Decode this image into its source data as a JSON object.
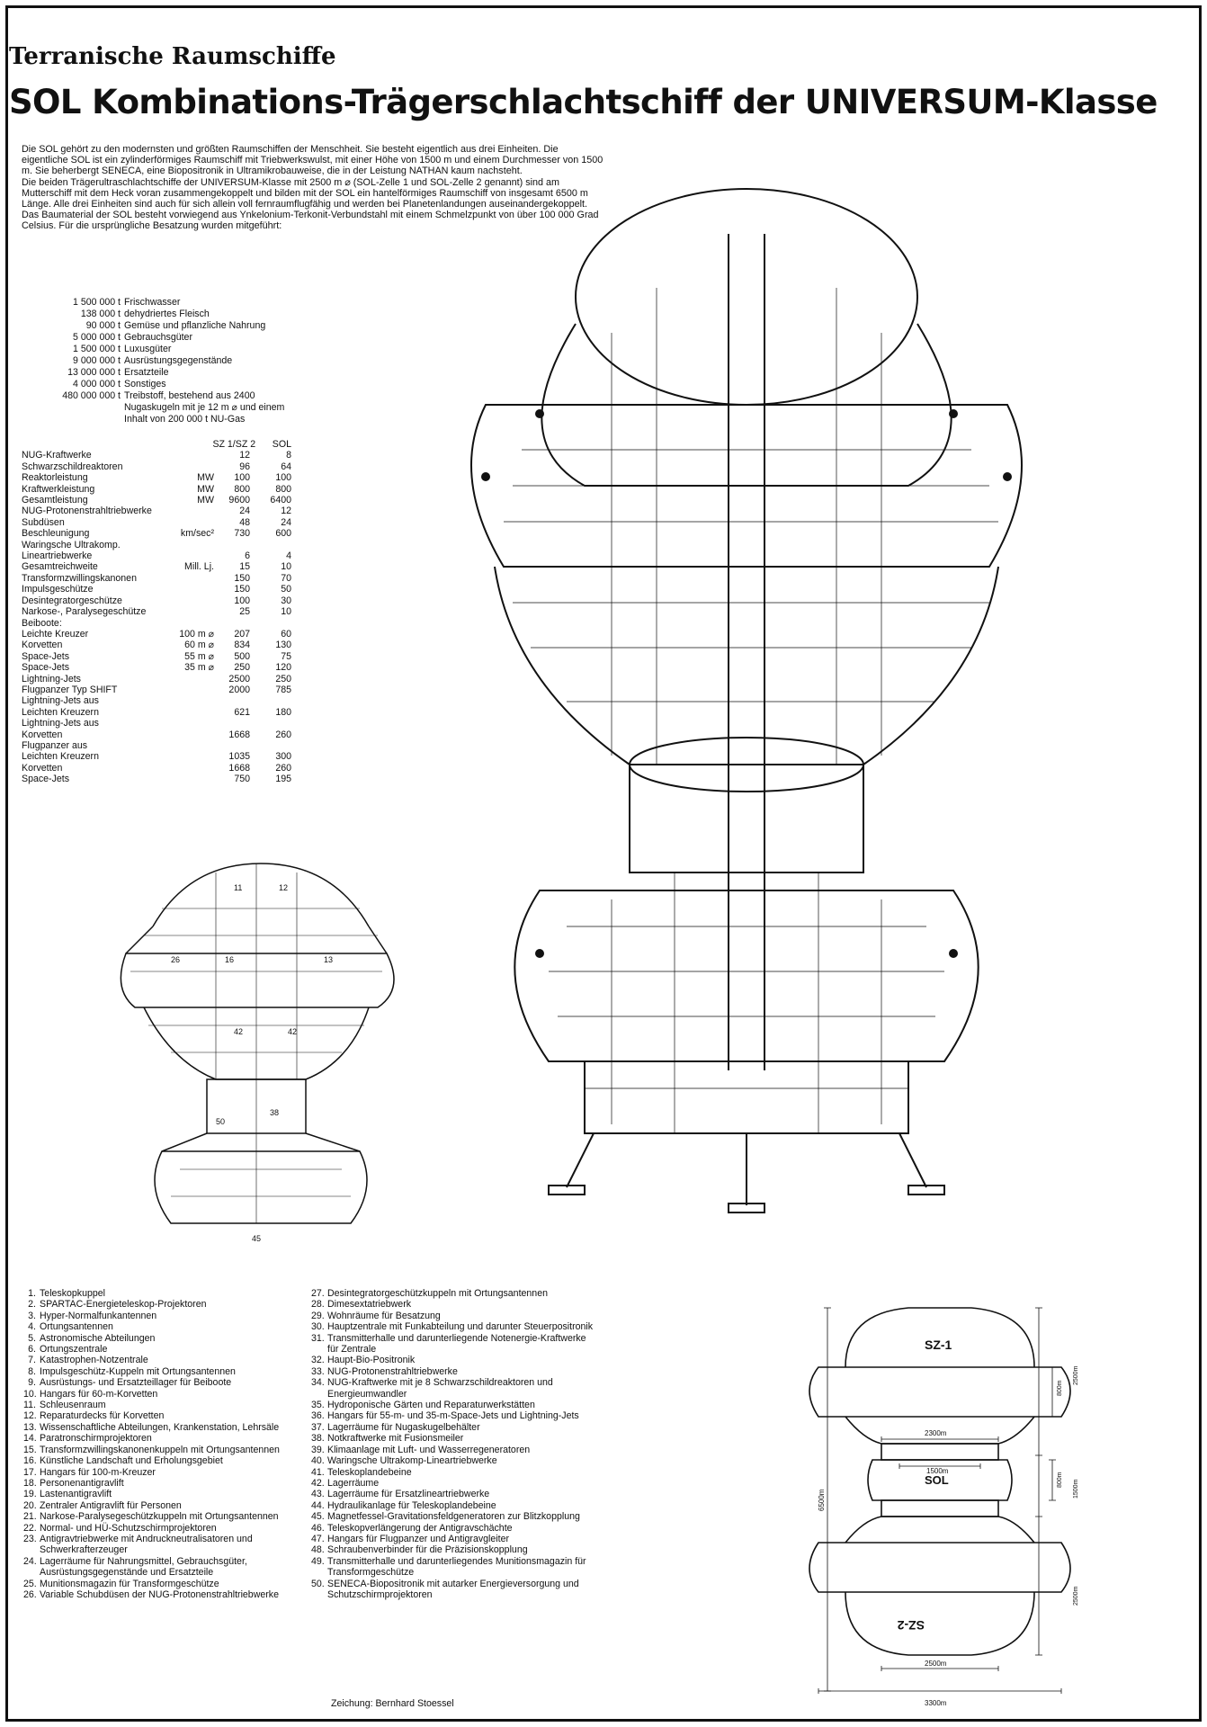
{
  "header": {
    "overtitle": "Terranische Raumschiffe",
    "title": "SOL Kombinations-Trägerschlachtschiff der UNIVERSUM-Klasse"
  },
  "intro": [
    "Die SOL gehört zu den modernsten und größten Raumschiffen der Menschheit. Sie besteht eigentlich aus drei Einheiten. Die eigentliche SOL ist ein zylinderförmiges Raumschiff mit Triebwerkswulst, mit einer Höhe von 1500 m und einem Durchmesser von 1500 m. Sie beherbergt SENECA, eine Biopositronik in Ultramikrobauweise, die in der Leistung NATHAN kaum nachsteht.",
    "Die beiden Trägerultraschlachtschiffe der UNIVERSUM-Klasse mit 2500 m ⌀ (SOL-Zelle 1 und SOL-Zelle 2 genannt) sind am Mutterschiff mit dem Heck voran zusammengekoppelt und bilden mit der SOL ein hantelförmiges Raumschiff von insgesamt 6500 m Länge. Alle drei Einheiten sind auch für sich allein voll fernraumflugfähig und werden bei Planetenlandungen auseinandergekoppelt.",
    "Das Baumaterial der SOL besteht vorwiegend aus Ynkelonium-Terkonit-Verbundstahl mit einem Schmelzpunkt von über 100 000 Grad Celsius. Für die ursprüngliche Besatzung wurden mitgeführt:"
  ],
  "supplies": [
    {
      "q": "1 500 000 t",
      "d": "Frischwasser"
    },
    {
      "q": "138 000 t",
      "d": "dehydriertes Fleisch"
    },
    {
      "q": "90 000 t",
      "d": "Gemüse und pflanzliche Nahrung"
    },
    {
      "q": "5 000 000 t",
      "d": "Gebrauchsgüter"
    },
    {
      "q": "1 500 000 t",
      "d": "Luxusgüter"
    },
    {
      "q": "9 000 000 t",
      "d": "Ausrüstungsgegenstände"
    },
    {
      "q": "13 000 000 t",
      "d": "Ersatzteile"
    },
    {
      "q": "4 000 000 t",
      "d": "Sonstiges"
    },
    {
      "q": "480 000 000 t",
      "d": "Treibstoff, bestehend aus 2400"
    },
    {
      "q": "",
      "d": "Nugaskugeln mit je 12 m ⌀ und einem"
    },
    {
      "q": "",
      "d": "Inhalt von 200 000 t NU-Gas"
    }
  ],
  "specs": {
    "col_a": "SZ 1/SZ 2",
    "col_b": "SOL",
    "rows": [
      {
        "n": "NUG-Kraftwerke",
        "u": "",
        "a": "12",
        "b": "8"
      },
      {
        "n": "Schwarzschildreaktoren",
        "u": "",
        "a": "96",
        "b": "64"
      },
      {
        "n": "Reaktorleistung",
        "u": "MW",
        "a": "100",
        "b": "100"
      },
      {
        "n": "Kraftwerkleistung",
        "u": "MW",
        "a": "800",
        "b": "800"
      },
      {
        "n": "Gesamtleistung",
        "u": "MW",
        "a": "9600",
        "b": "6400"
      },
      {
        "n": "NUG-Protonenstrahltriebwerke",
        "u": "",
        "a": "24",
        "b": "12"
      },
      {
        "n": "Subdüsen",
        "u": "",
        "a": "48",
        "b": "24"
      },
      {
        "n": "Beschleunigung",
        "u": "km/sec²",
        "a": "730",
        "b": "600"
      },
      {
        "n": "Waringsche Ultrakomp.",
        "u": "",
        "a": "",
        "b": ""
      },
      {
        "n": "Lineartriebwerke",
        "u": "",
        "a": "6",
        "b": "4"
      },
      {
        "n": "Gesamtreichweite",
        "u": "Mill. Lj.",
        "a": "15",
        "b": "10"
      },
      {
        "n": "Transformzwillingskanonen",
        "u": "",
        "a": "150",
        "b": "70"
      },
      {
        "n": "Impulsgeschütze",
        "u": "",
        "a": "150",
        "b": "50"
      },
      {
        "n": "Desintegratorgeschütze",
        "u": "",
        "a": "100",
        "b": "30"
      },
      {
        "n": "Narkose-, Paralysegeschütze",
        "u": "",
        "a": "25",
        "b": "10"
      },
      {
        "n": "Beiboote:",
        "u": "",
        "a": "",
        "b": ""
      },
      {
        "n": "Leichte Kreuzer",
        "u": "100 m ⌀",
        "a": "207",
        "b": "60"
      },
      {
        "n": "Korvetten",
        "u": "60 m ⌀",
        "a": "834",
        "b": "130"
      },
      {
        "n": "Space-Jets",
        "u": "55 m ⌀",
        "a": "500",
        "b": "75"
      },
      {
        "n": "Space-Jets",
        "u": "35 m ⌀",
        "a": "250",
        "b": "120"
      },
      {
        "n": "Lightning-Jets",
        "u": "",
        "a": "2500",
        "b": "250"
      },
      {
        "n": "Flugpanzer Typ SHIFT",
        "u": "",
        "a": "2000",
        "b": "785"
      },
      {
        "n": "Lightning-Jets aus",
        "u": "",
        "a": "",
        "b": ""
      },
      {
        "n": "Leichten Kreuzern",
        "u": "",
        "a": "621",
        "b": "180"
      },
      {
        "n": "Lightning-Jets aus",
        "u": "",
        "a": "",
        "b": ""
      },
      {
        "n": "Korvetten",
        "u": "",
        "a": "1668",
        "b": "260"
      },
      {
        "n": "Flugpanzer aus",
        "u": "",
        "a": "",
        "b": ""
      },
      {
        "n": "Leichten Kreuzern",
        "u": "",
        "a": "1035",
        "b": "300"
      },
      {
        "n": "Korvetten",
        "u": "",
        "a": "1668",
        "b": "260"
      },
      {
        "n": "Space-Jets",
        "u": "",
        "a": "750",
        "b": "195"
      }
    ]
  },
  "legend_left": [
    {
      "n": "1.",
      "t": "Teleskopkuppel"
    },
    {
      "n": "2.",
      "t": "SPARTAC-Energieteleskop-Projektoren"
    },
    {
      "n": "3.",
      "t": "Hyper-Normalfunkantennen"
    },
    {
      "n": "4.",
      "t": "Ortungsantennen"
    },
    {
      "n": "5.",
      "t": "Astronomische Abteilungen"
    },
    {
      "n": "6.",
      "t": "Ortungszentrale"
    },
    {
      "n": "7.",
      "t": "Katastrophen-Notzentrale"
    },
    {
      "n": "8.",
      "t": "Impulsgeschütz-Kuppeln mit Ortungsantennen"
    },
    {
      "n": "9.",
      "t": "Ausrüstungs- und Ersatzteillager für Beiboote"
    },
    {
      "n": "10.",
      "t": "Hangars für 60-m-Korvetten"
    },
    {
      "n": "11.",
      "t": "Schleusenraum"
    },
    {
      "n": "12.",
      "t": "Reparaturdecks für Korvetten"
    },
    {
      "n": "13.",
      "t": "Wissenschaftliche Abteilungen, Krankenstation, Lehrsäle"
    },
    {
      "n": "14.",
      "t": "Paratronschirmprojektoren"
    },
    {
      "n": "15.",
      "t": "Transformzwillingskanonenkuppeln mit Ortungsantennen"
    },
    {
      "n": "16.",
      "t": "Künstliche Landschaft und Erholungsgebiet"
    },
    {
      "n": "17.",
      "t": "Hangars für 100-m-Kreuzer"
    },
    {
      "n": "18.",
      "t": "Personenantigravlift"
    },
    {
      "n": "19.",
      "t": "Lastenantigravlift"
    },
    {
      "n": "20.",
      "t": "Zentraler Antigravlift für Personen"
    },
    {
      "n": "21.",
      "t": "Narkose-Paralysegeschützkuppeln mit Ortungsantennen"
    },
    {
      "n": "22.",
      "t": "Normal- und HÜ-Schutzschirmprojektoren"
    },
    {
      "n": "23.",
      "t": "Antigravtriebwerke mit Andruckneutralisatoren und Schwerkrafterzeuger"
    },
    {
      "n": "24.",
      "t": "Lagerräume für Nahrungsmittel, Gebrauchsgüter, Ausrüstungsgegenstände und Ersatzteile"
    },
    {
      "n": "25.",
      "t": "Munitionsmagazin für Transformgeschütze"
    },
    {
      "n": "26.",
      "t": "Variable Schubdüsen der NUG-Protonenstrahltriebwerke"
    }
  ],
  "legend_right": [
    {
      "n": "27.",
      "t": "Desintegratorgeschützkuppeln mit Ortungsantennen"
    },
    {
      "n": "28.",
      "t": "Dimesextatriebwerk"
    },
    {
      "n": "29.",
      "t": "Wohnräume für Besatzung"
    },
    {
      "n": "30.",
      "t": "Hauptzentrale mit Funkabteilung und darunter Steuerpositronik"
    },
    {
      "n": "31.",
      "t": "Transmitterhalle und darunterliegende Notenergie-Kraftwerke für Zentrale"
    },
    {
      "n": "32.",
      "t": "Haupt-Bio-Positronik"
    },
    {
      "n": "33.",
      "t": "NUG-Protonenstrahltriebwerke"
    },
    {
      "n": "34.",
      "t": "NUG-Kraftwerke mit je 8 Schwarzschildreaktoren und Energieumwandler"
    },
    {
      "n": "35.",
      "t": "Hydroponische Gärten und Reparaturwerkstätten"
    },
    {
      "n": "36.",
      "t": "Hangars für 55-m- und 35-m-Space-Jets und Lightning-Jets"
    },
    {
      "n": "37.",
      "t": "Lagerräume für Nugaskugelbehälter"
    },
    {
      "n": "38.",
      "t": "Notkraftwerke mit Fusionsmeiler"
    },
    {
      "n": "39.",
      "t": "Klimaanlage mit Luft- und Wasserregeneratoren"
    },
    {
      "n": "40.",
      "t": "Waringsche Ultrakomp-Lineartriebwerke"
    },
    {
      "n": "41.",
      "t": "Teleskoplandebeine"
    },
    {
      "n": "42.",
      "t": "Lagerräume"
    },
    {
      "n": "43.",
      "t": "Lagerräume für Ersatzlineartriebwerke"
    },
    {
      "n": "44.",
      "t": "Hydraulikanlage für Teleskoplandebeine"
    },
    {
      "n": "45.",
      "t": "Magnetfessel-Gravitationsfeldgeneratoren zur Blitzkopplung"
    },
    {
      "n": "46.",
      "t": "Teleskopverlängerung der Antigravschächte"
    },
    {
      "n": "47.",
      "t": "Hangars für Flugpanzer und Antigravgleiter"
    },
    {
      "n": "48.",
      "t": "Schraubenverbinder für die Präzisionskopplung"
    },
    {
      "n": "49.",
      "t": "Transmitterhalle und darunterliegendes Munitionsmagazin für Transformgeschütze"
    },
    {
      "n": "50.",
      "t": "SENECA-Biopositronik mit autarker Energieversorgung und Schutzschirmprojektoren"
    }
  ],
  "credit": "Zeichung: Bernhard Stoessel",
  "dims": {
    "sz1": "SZ-1",
    "sol": "SOL",
    "sz2": "SZ-2",
    "d2300": "2300m",
    "d1500": "1500m",
    "d2500": "2500m",
    "d3300": "3300m",
    "h800a": "800m",
    "h2500a": "2500m",
    "h1500": "1500m",
    "h800b": "800m",
    "h2500b": "2500m",
    "h6500": "6500m"
  }
}
